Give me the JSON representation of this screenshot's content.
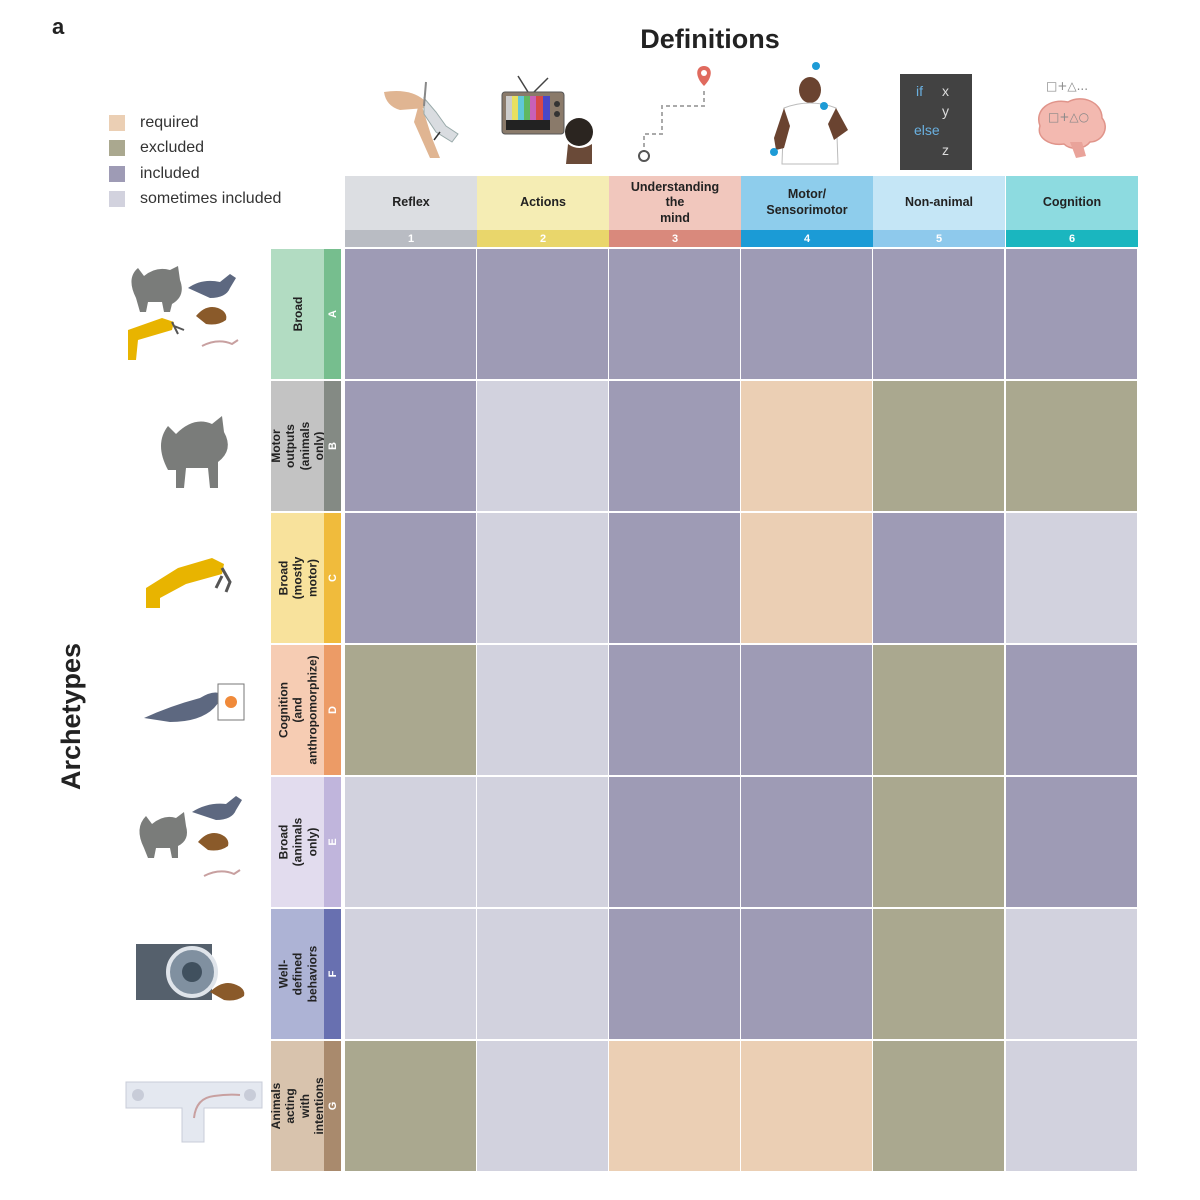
{
  "panel_label": "a",
  "definitions_title": "Definitions",
  "archetypes_title": "Archetypes",
  "legend": [
    {
      "label": "required",
      "color": "#ebcfb4"
    },
    {
      "label": "excluded",
      "color": "#aaa88f"
    },
    {
      "label": "included",
      "color": "#9e9bb5"
    },
    {
      "label": "sometimes included",
      "color": "#d2d2de"
    }
  ],
  "definitions": [
    {
      "name": "Reflex",
      "number": "1",
      "header_color": "#dcdee2",
      "band_color": "#b9bcc3"
    },
    {
      "name": "Actions",
      "number": "2",
      "header_color": "#f5edb4",
      "band_color": "#e9d66b"
    },
    {
      "name": "Understanding\nthe\nmind",
      "number": "3",
      "header_color": "#f1c7bd",
      "band_color": "#d9897c"
    },
    {
      "name": "Motor/\nSensorimotor",
      "number": "4",
      "header_color": "#8ecdec",
      "band_color": "#1b9bd6"
    },
    {
      "name": "Non-animal",
      "number": "5",
      "header_color": "#c5e6f6",
      "band_color": "#8ec9ec"
    },
    {
      "name": "Cognition",
      "number": "6",
      "header_color": "#8ddbe0",
      "band_color": "#1ab6bf"
    }
  ],
  "code_icon": {
    "lines": [
      [
        "if",
        "x"
      ],
      [
        "",
        "y"
      ],
      [
        "else",
        ""
      ],
      [
        "",
        "z"
      ]
    ]
  },
  "brain_icon": {
    "top_text": "□+△...",
    "inner_text": "□+△○"
  },
  "archetypes": [
    {
      "name": "Broad",
      "letter": "A",
      "header_color": "#b2dcc2",
      "band_color": "#76be8e"
    },
    {
      "name": "Motor outputs\n(animals only)",
      "letter": "B",
      "header_color": "#c3c3c3",
      "band_color": "#848a84"
    },
    {
      "name": "Broad\n(mostly motor)",
      "letter": "C",
      "header_color": "#f8e29c",
      "band_color": "#f0bb3c"
    },
    {
      "name": "Cognition\n(and\nanthropomorphize)",
      "letter": "D",
      "header_color": "#f6ccb3",
      "band_color": "#ec9b66"
    },
    {
      "name": "Broad\n(animals only)",
      "letter": "E",
      "header_color": "#e2dcee",
      "band_color": "#c0b5dc"
    },
    {
      "name": "Well-defined\nbehaviors",
      "letter": "F",
      "header_color": "#adb3d5",
      "band_color": "#6870b0"
    },
    {
      "name": "Animals acting\nwith intentions",
      "letter": "G",
      "header_color": "#d8c3ad",
      "band_color": "#a98a6d"
    }
  ],
  "matrix": [
    [
      "included",
      "included",
      "included",
      "included",
      "included",
      "included"
    ],
    [
      "included",
      "sometimes included",
      "included",
      "required",
      "excluded",
      "excluded"
    ],
    [
      "included",
      "sometimes included",
      "included",
      "required",
      "included",
      "sometimes included"
    ],
    [
      "excluded",
      "sometimes included",
      "included",
      "included",
      "excluded",
      "included"
    ],
    [
      "sometimes included",
      "sometimes included",
      "included",
      "included",
      "excluded",
      "included"
    ],
    [
      "sometimes included",
      "sometimes included",
      "included",
      "included",
      "excluded",
      "sometimes included"
    ],
    [
      "excluded",
      "sometimes included",
      "required",
      "required",
      "excluded",
      "sometimes included"
    ]
  ]
}
